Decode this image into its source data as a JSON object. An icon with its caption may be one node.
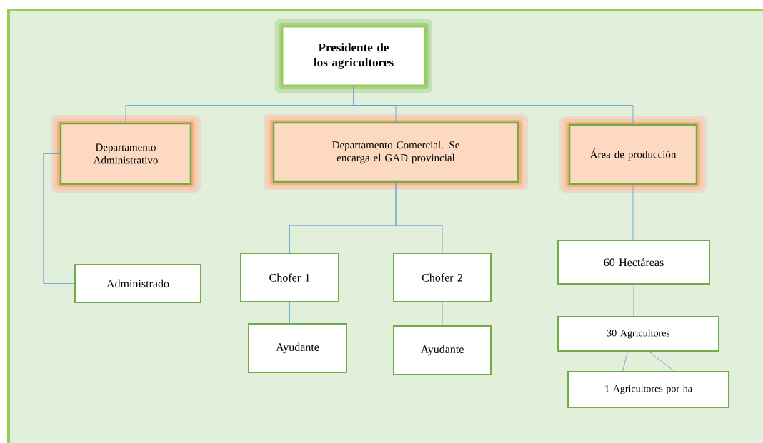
{
  "diagram": {
    "nodes": [
      {
        "text": [
          "Presidente de los agricultores"
        ]
      },
      {
        "text": [
          "Departamento Administrativo"
        ]
      },
      {
        "text": [
          "Departamento Comercial. Se encarga el GAD provincial"
        ]
      },
      {
        "text": [
          "Área de producción"
        ]
      },
      {
        "text": [
          "Administrado"
        ]
      },
      {
        "text": [
          "Chofer 1"
        ]
      },
      {
        "text": [
          "Chofer 2"
        ]
      },
      {
        "text": [
          "Ayudante"
        ]
      },
      {
        "text": [
          "Ayudante"
        ]
      },
      {
        "text": [
          "60 Hectáreas"
        ]
      },
      {
        "text": [
          "30 Agricultores"
        ]
      },
      {
        "text": [
          "1 Agricultores por ha"
        ]
      }
    ],
    "edges": [
      {
        "from": 0,
        "to": 1,
        "arrow": "none"
      },
      {
        "from": 0,
        "to": 2,
        "arrow": "none"
      },
      {
        "from": 0,
        "to": 3,
        "arrow": "none"
      },
      {
        "from": 1,
        "to": 4,
        "arrow": "none"
      },
      {
        "from": 2,
        "to": 5,
        "arrow": "none"
      },
      {
        "from": 2,
        "to": 6,
        "arrow": "none"
      },
      {
        "from": 5,
        "to": 7,
        "arrow": "none"
      },
      {
        "from": 6,
        "to": 8,
        "arrow": "none"
      },
      {
        "from": 3,
        "to": 9,
        "arrow": "none"
      },
      {
        "from": 9,
        "to": 10,
        "arrow": "none"
      },
      {
        "from": 10,
        "to": 11,
        "arrow": "none"
      },
      {
        "from": 10,
        "to": 11,
        "arrow": "none"
      }
    ]
  }
}
